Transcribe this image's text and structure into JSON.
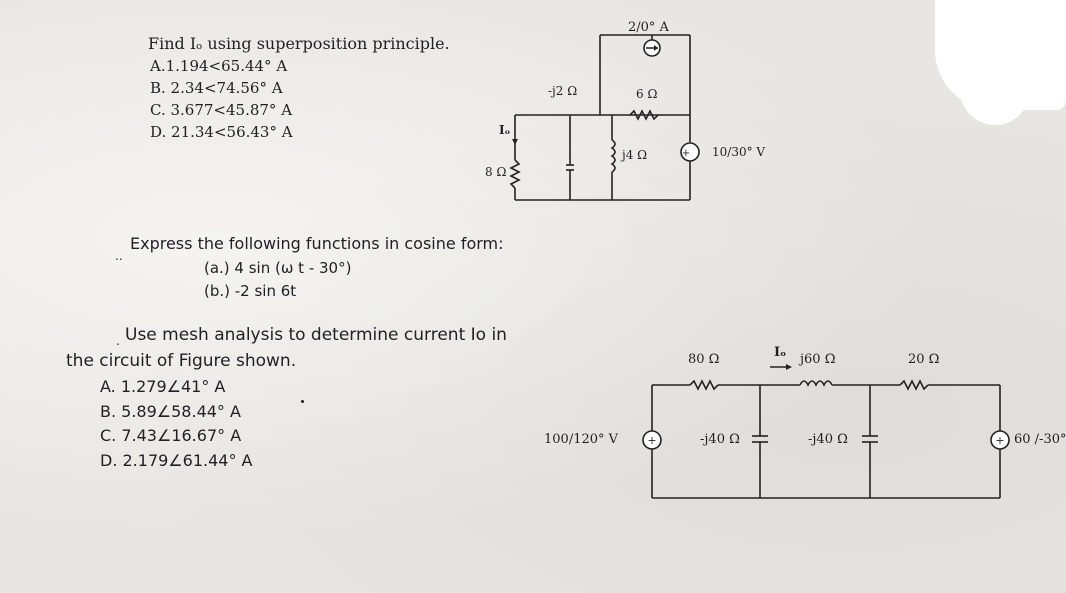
{
  "q1": {
    "title": "Find Iₒ using superposition principle.",
    "options": [
      "A.1.194<65.44° A",
      "B. 2.34<74.56° A",
      "C. 3.677<45.87° A",
      "D. 21.34<56.43° A"
    ],
    "circuit": {
      "current_source": "2/0° A",
      "cap": "-j2 Ω",
      "r6": "6 Ω",
      "ind": "j4 Ω",
      "vsrc": "10/30° V",
      "r8": "8 Ω",
      "io": "Iₒ"
    }
  },
  "q2": {
    "title": "Express the following functions in cosine form:",
    "items": [
      "(a.) 4 sin (ω t - 30°)",
      "(b.) -2 sin 6t"
    ]
  },
  "q3": {
    "title_line1": "Use mesh analysis to determine current Io in",
    "title_line2": "the circuit of Figure shown.",
    "options": [
      "A. 1.279∠41° A",
      "B. 5.89∠58.44° A",
      "C. 7.43∠16.67° A",
      "D. 2.179∠61.44° A"
    ],
    "circuit": {
      "r80": "80 Ω",
      "io": "Iₒ",
      "ind": "j60 Ω",
      "r20": "20 Ω",
      "v1": "100/120° V",
      "c1": "-j40 Ω",
      "c2": "-j40 Ω",
      "v2": "60 /-30°"
    }
  }
}
